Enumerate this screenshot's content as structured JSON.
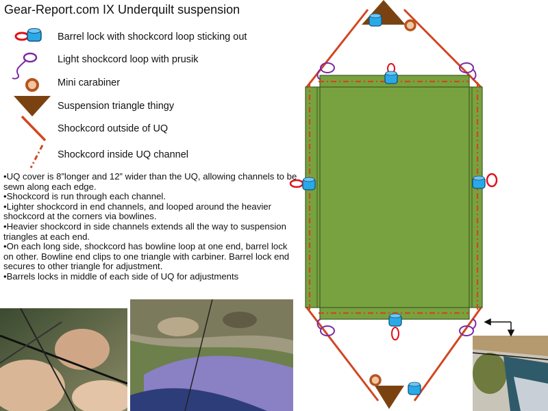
{
  "title": "Gear-Report.com IX Underquilt suspension",
  "legend": [
    {
      "icon": "barrel-lock-icon",
      "label": "Barrel lock with shockcord loop sticking out"
    },
    {
      "icon": "shockcord-loop-prusik-icon",
      "label": "Light shockcord loop with prusik"
    },
    {
      "icon": "mini-carabiner-icon",
      "label": "Mini carabiner"
    },
    {
      "icon": "suspension-triangle-icon",
      "label": "Suspension triangle thingy"
    },
    {
      "icon": "shockcord-outside-icon",
      "label": "Shockcord outside of UQ"
    },
    {
      "icon": "shockcord-inside-icon",
      "label": "Shockcord inside UQ channel"
    }
  ],
  "notes": [
    "•UQ cover is 8”longer and 12” wider than the UQ, allowing channels to be sewn along each edge.",
    "•Shockcord is run through each channel.",
    "•Lighter shockcord in end channels, and looped around the heavier shockcord at the corners via bowlines.",
    "•Heavier shockcord in side channels extends all the way to suspension triangles at each end.",
    "•On each long side, shockcord has bowline loop at one end, barrel lock on other. Bowline end clips to one triangle with carbiner. Barrel lock end secures to other triangle for adjustment.",
    "•Barrels locks in middle of each side of UQ for adjustments"
  ],
  "colors": {
    "uq_green": "#77a23f",
    "shockcord": "#d2461f",
    "triangle": "#7b4211",
    "barrel_blue": "#29a9e8",
    "prusik_purple": "#7a2aa0"
  }
}
